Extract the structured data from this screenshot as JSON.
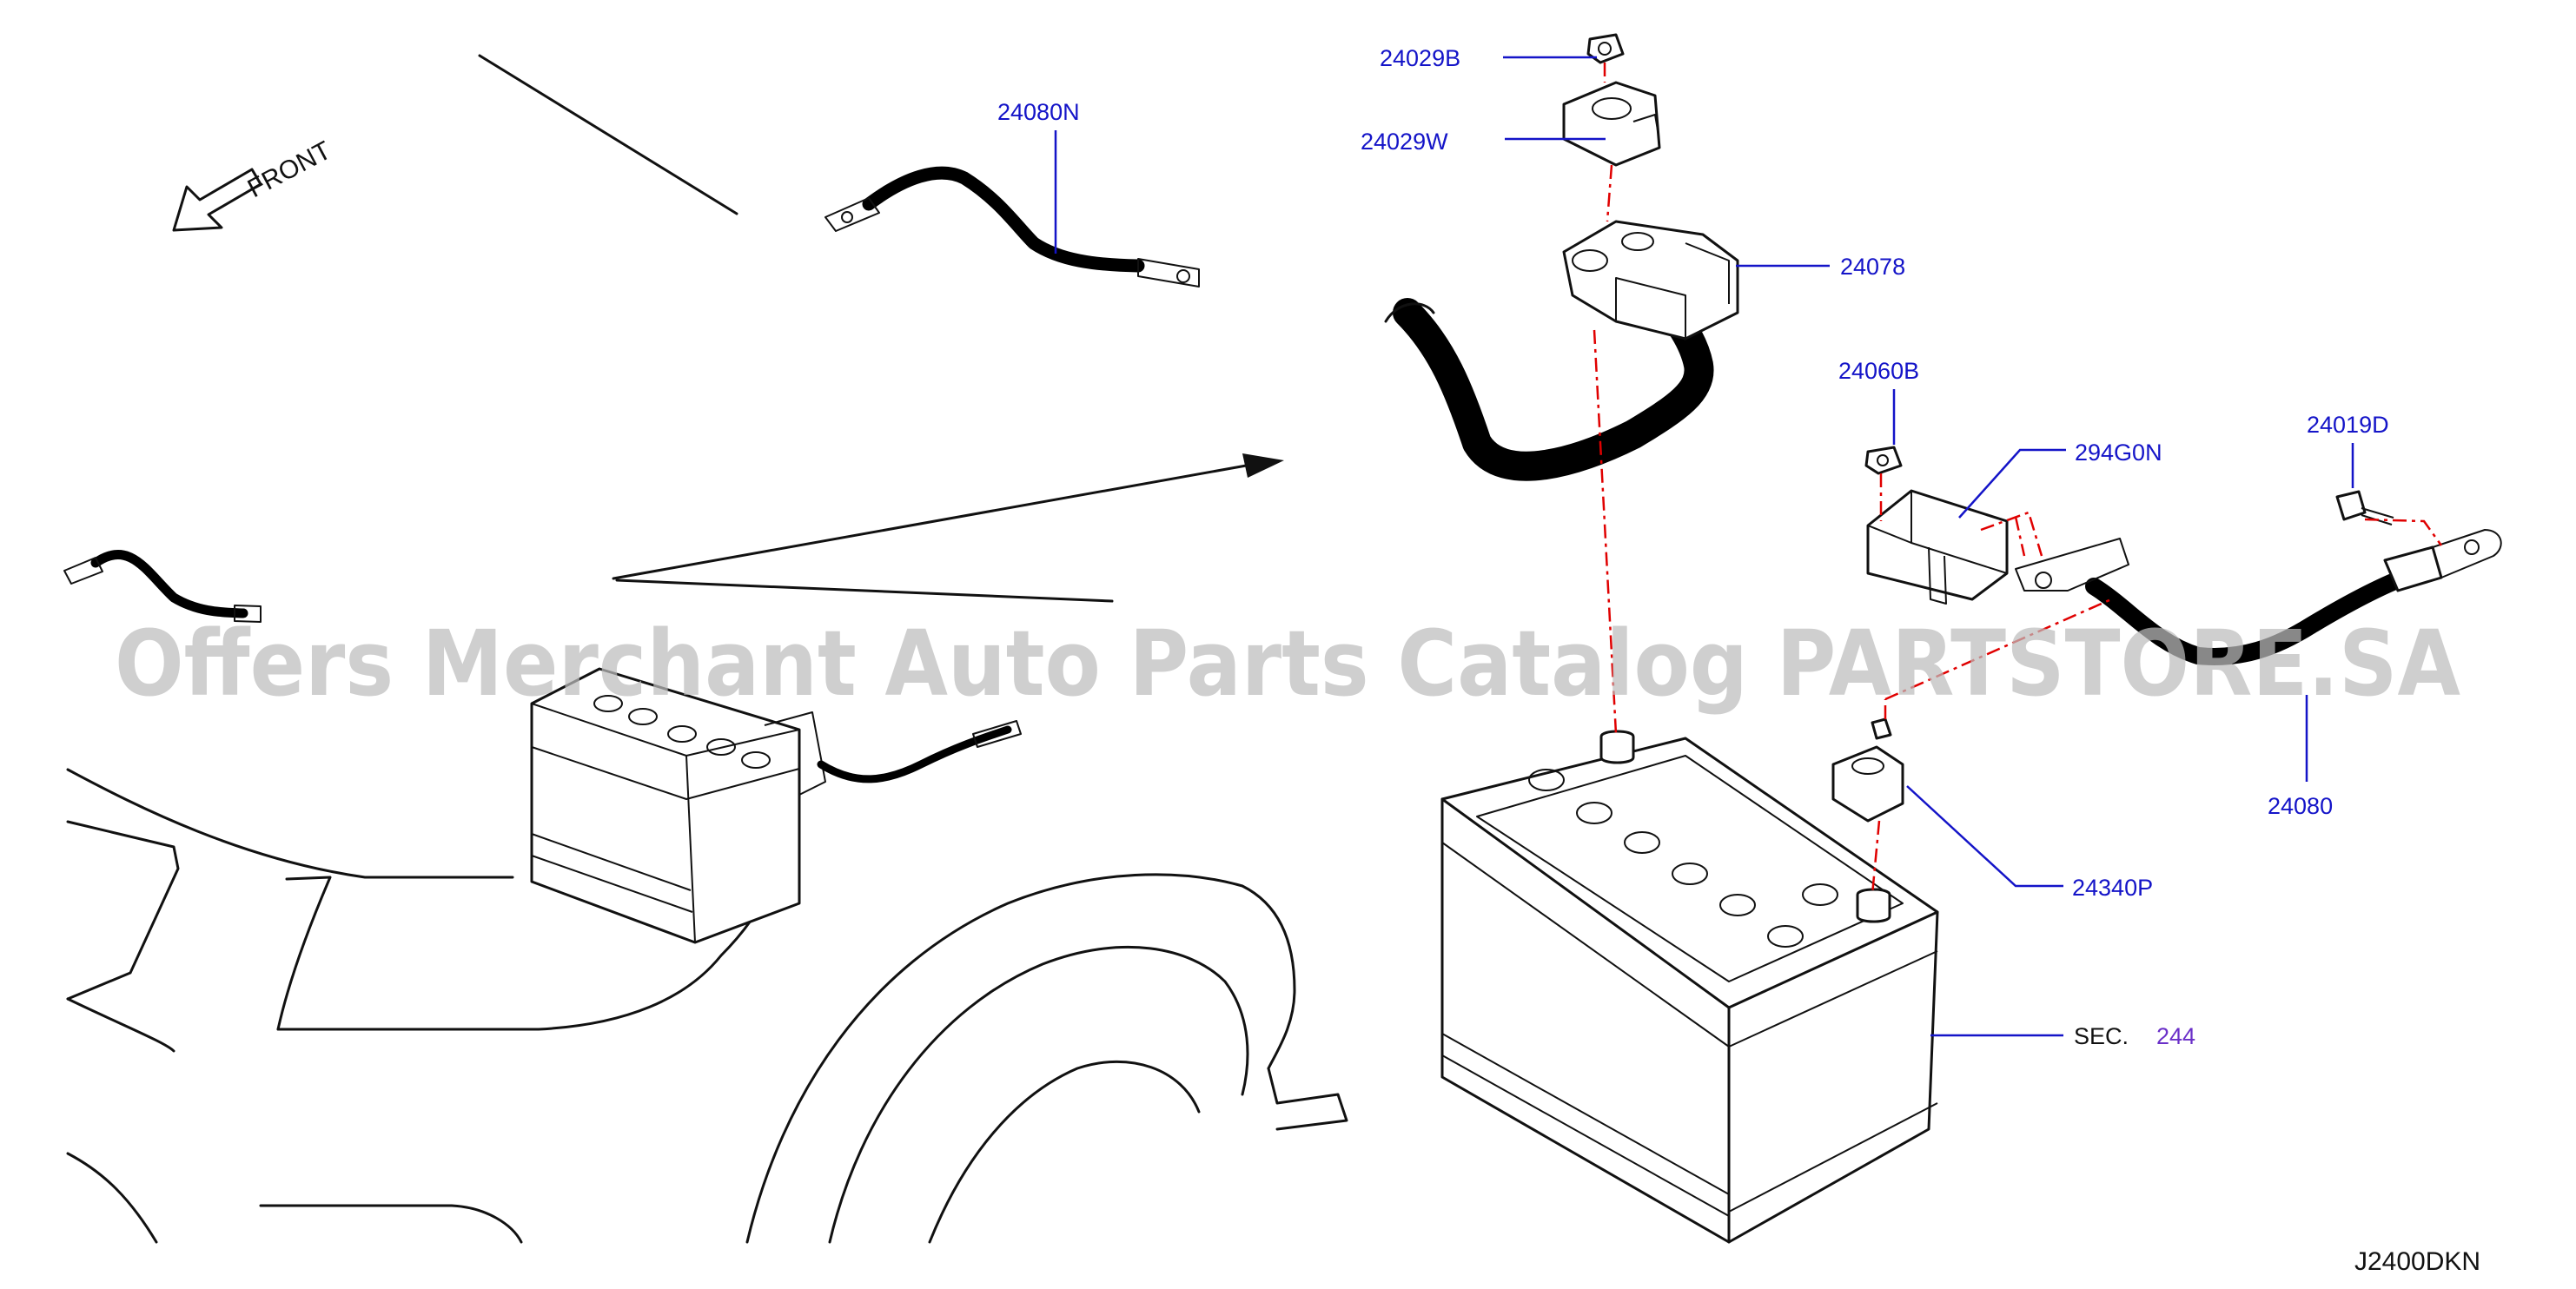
{
  "diagram": {
    "front_label": "FRONT",
    "watermark": "Offers Merchant Auto Parts Catalog PARTSTORE.SA",
    "diagram_code": "J2400DKN",
    "parts": [
      {
        "id": "p-24029B",
        "code": "24029B"
      },
      {
        "id": "p-24029W",
        "code": "24029W"
      },
      {
        "id": "p-24080N",
        "code": "24080N"
      },
      {
        "id": "p-24078",
        "code": "24078"
      },
      {
        "id": "p-24060B",
        "code": "24060B"
      },
      {
        "id": "p-294G0N",
        "code": "294G0N"
      },
      {
        "id": "p-24019D",
        "code": "24019D"
      },
      {
        "id": "p-24080",
        "code": "24080"
      },
      {
        "id": "p-24340P",
        "code": "24340P"
      }
    ],
    "section_ref": {
      "prefix": "SEC.",
      "number": "244"
    },
    "colors": {
      "label": "#1414c8",
      "section_number": "#6a2fc8",
      "dash_line": "#e00000",
      "watermark": "#bcbcbc"
    }
  }
}
